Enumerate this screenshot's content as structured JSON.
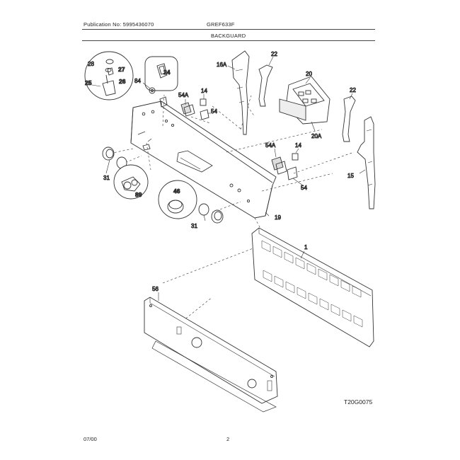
{
  "header": {
    "publication": "Publication No: 5995436070",
    "model": "GREF633F",
    "section": "BACKGUARD"
  },
  "labels": {
    "l28": "28",
    "l27": "27",
    "l25": "25",
    "l26": "26",
    "l24": "24",
    "l84": "84",
    "l54a_top": "54A",
    "l14_top": "14",
    "l54_top": "54",
    "l16a": "16A",
    "l22_top": "22",
    "l20": "20",
    "l20a": "20A",
    "l22_right": "22",
    "l15": "15",
    "l54a_mid": "54A",
    "l14_mid": "14",
    "l54_mid": "54",
    "l31_left": "31",
    "l89": "89",
    "l46": "46",
    "l31_bottom": "31",
    "l19": "19",
    "l1": "1",
    "l56": "56"
  },
  "footer": {
    "diagram_code": "T20G0075",
    "date": "07/00",
    "page": "2"
  }
}
